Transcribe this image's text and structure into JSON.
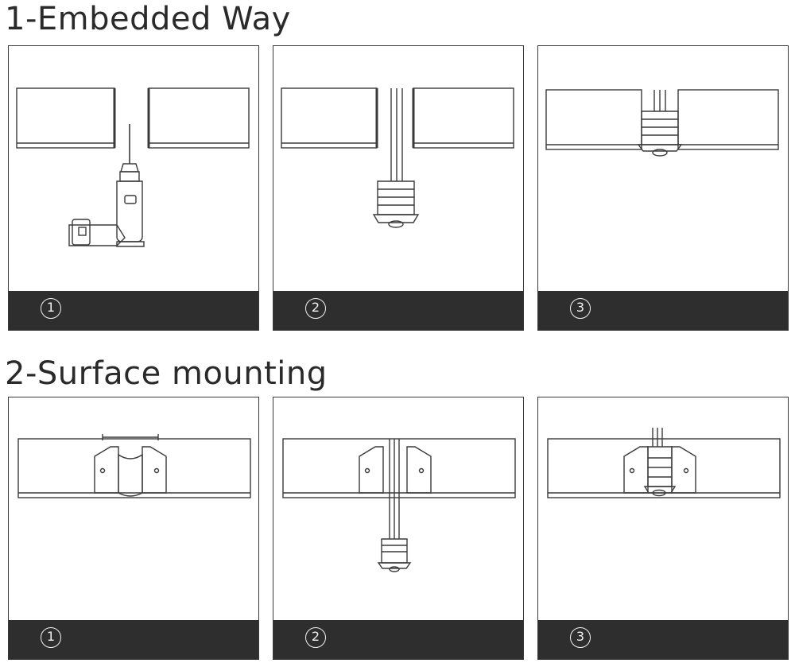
{
  "sections": [
    {
      "title": "1-Embedded Way",
      "steps": [
        "1",
        "2",
        "3"
      ]
    },
    {
      "title": "2-Surface mounting",
      "steps": [
        "1",
        "2",
        "3"
      ]
    }
  ],
  "colors": {
    "line": "#3a3a3a",
    "bar": "#2e2e2e",
    "bar_text": "#f2f2f2",
    "title": "#2a2a2a"
  }
}
